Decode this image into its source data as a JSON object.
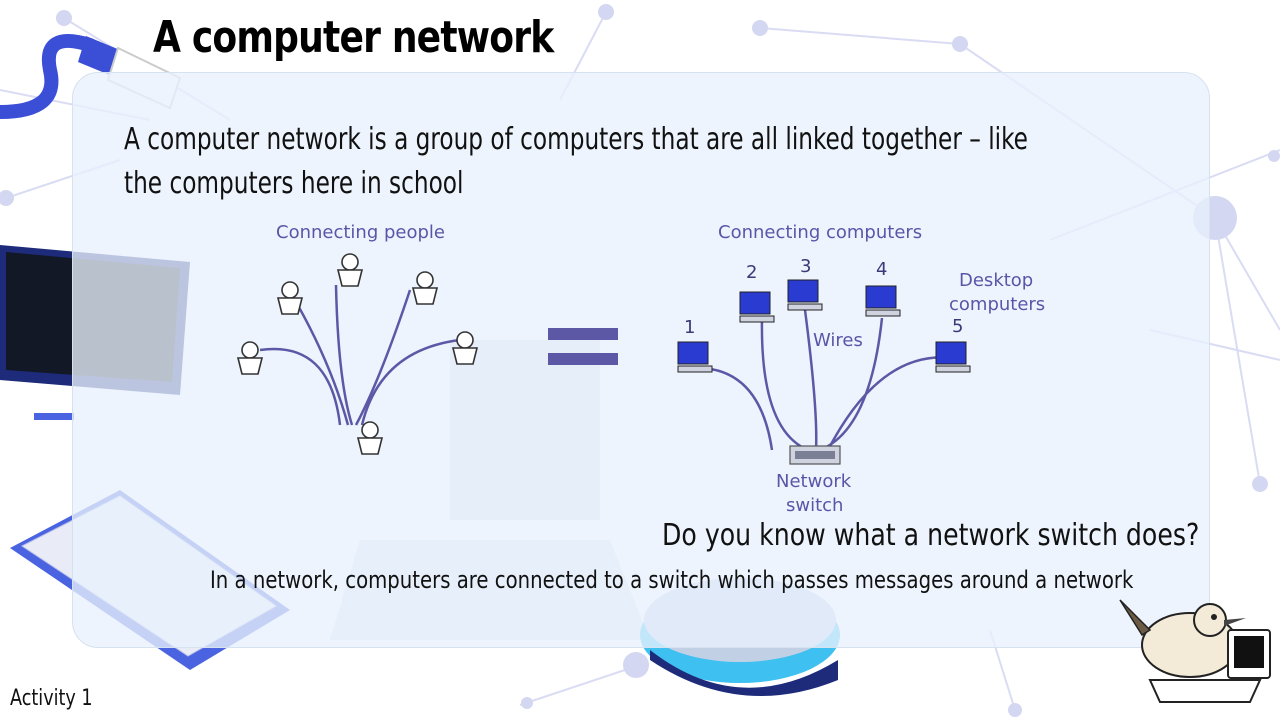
{
  "slide": {
    "title": "A computer network",
    "intro": "A computer network is a group of computers that are all linked together – like the computers here in school",
    "question": "Do you know what a network switch does?",
    "answer": "In a network, computers are connected to a switch which passes messages around a network",
    "footer": "Activity 1"
  },
  "diagram": {
    "people_label": "Connecting people",
    "computers_label": "Connecting computers",
    "numbers": [
      "1",
      "2",
      "3",
      "4",
      "5"
    ],
    "wires_label": "Wires",
    "desktop_label_line1": "Desktop",
    "desktop_label_line2": "computers",
    "switch_label_line1": "Network",
    "switch_label_line2": "switch"
  },
  "colors": {
    "panel": "#e8f1fc",
    "diagram_text": "#5b55a8",
    "wire": "#5d58a6",
    "accent_blue": "#4a63e0"
  }
}
